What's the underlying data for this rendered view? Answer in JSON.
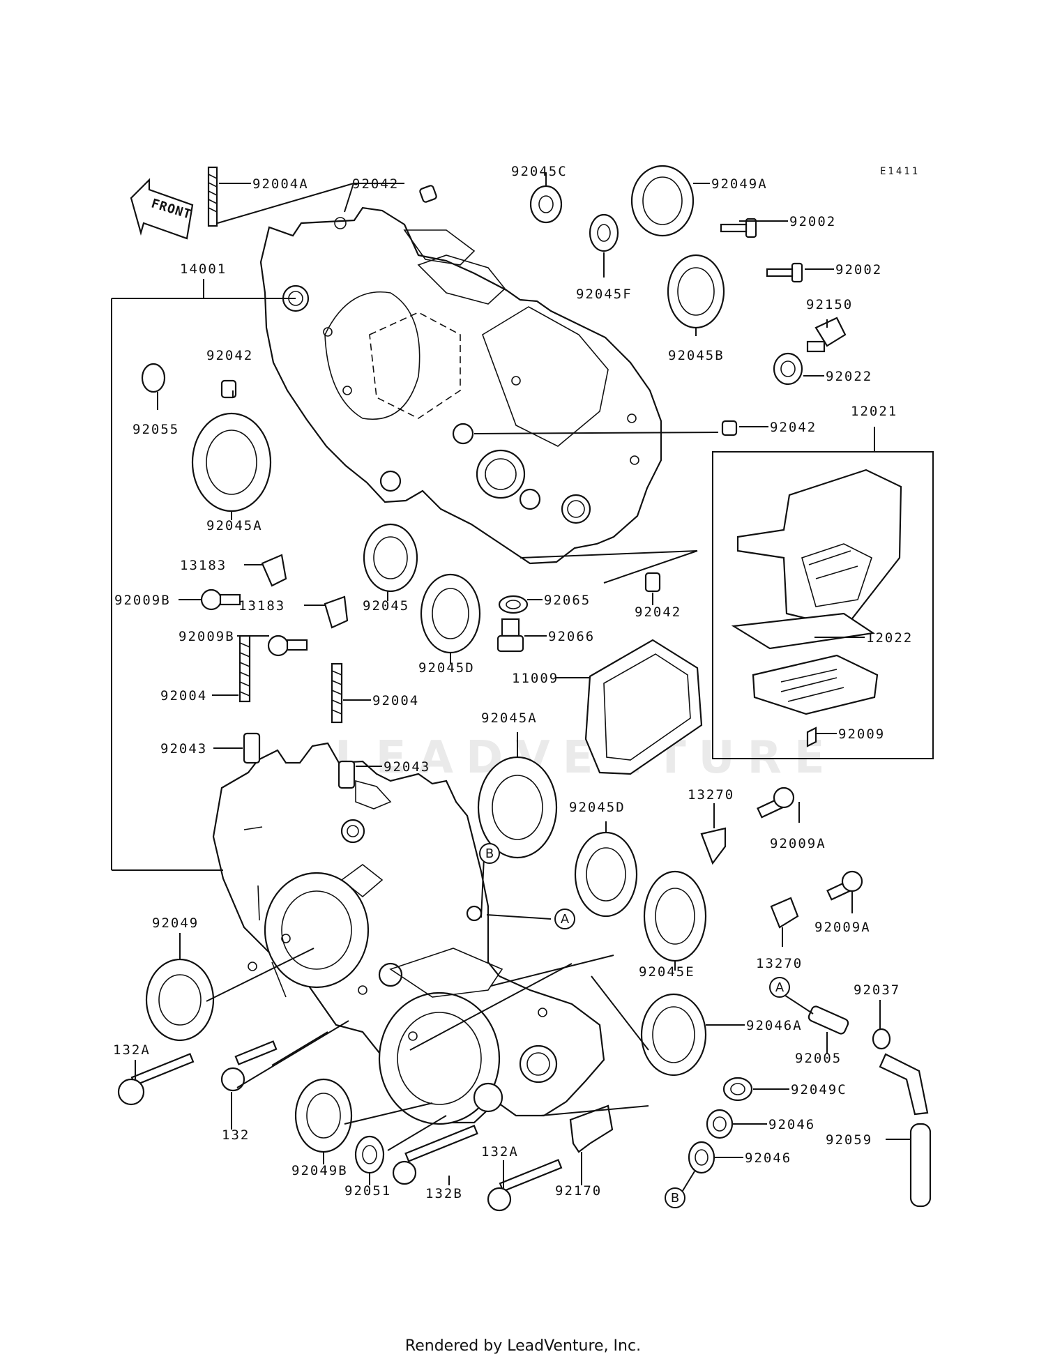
{
  "diagram_code": "E1411",
  "front_label": "FRONT",
  "watermark": "LEADVENTURE",
  "footer": "Rendered by LeadVenture, Inc.",
  "callout_letters": {
    "a": "A",
    "b": "B"
  },
  "labels": [
    "92004A",
    "92042",
    "92045C",
    "92049A",
    "92002",
    "92002",
    "14001",
    "92045F",
    "92150",
    "92042",
    "92045B",
    "92022",
    "92055",
    "92042",
    "12021",
    "92045A",
    "13183",
    "92009B",
    "13183",
    "92045",
    "92065",
    "92042",
    "92009B",
    "92066",
    "12022",
    "92045D",
    "92004",
    "92004",
    "11009",
    "92009",
    "92043",
    "92043",
    "92045A",
    "13270",
    "92045D",
    "92009A",
    "92049",
    "92009A",
    "13270",
    "92045E",
    "92037",
    "92046A",
    "132A",
    "92005",
    "132",
    "92049C",
    "92046",
    "92049B",
    "132A",
    "92046",
    "92059",
    "92051",
    "132B",
    "92170"
  ]
}
